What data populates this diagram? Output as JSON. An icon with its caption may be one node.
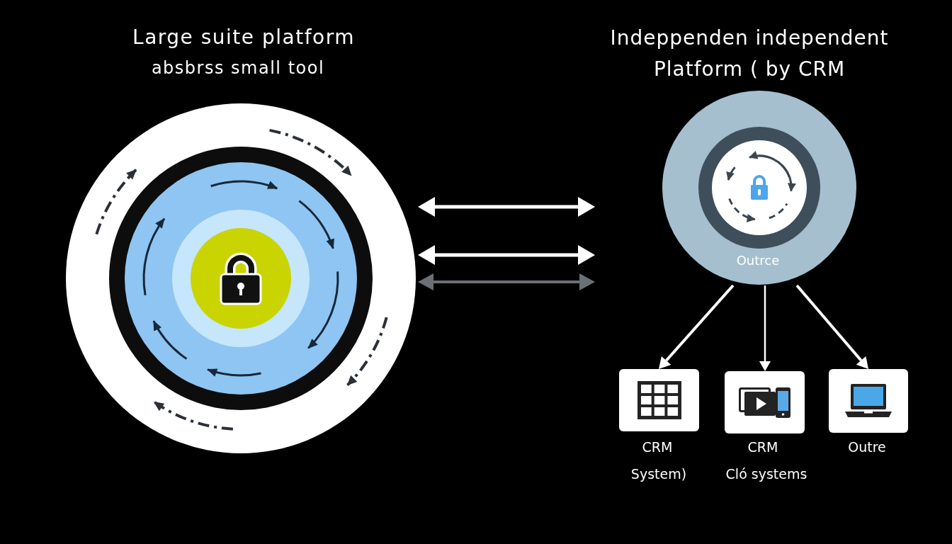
{
  "diagram": {
    "nodes": [
      {
        "text": [
          "Large suite platform",
          "absbrss small tool"
        ]
      },
      {
        "text": [
          "Indeppenden independent Platform ( by CRM",
          "Outrce"
        ]
      },
      {
        "text": [
          "CRM",
          "System)"
        ]
      },
      {
        "text": [
          "CRM",
          "Cló systems"
        ]
      },
      {
        "text": [
          "Outre"
        ]
      }
    ],
    "edges": [
      {
        "from": 0,
        "to": 1,
        "arrow": "both"
      },
      {
        "from": 0,
        "to": 1,
        "arrow": "both"
      },
      {
        "from": 0,
        "to": 1,
        "arrow": "both",
        "color": "#6b7075"
      },
      {
        "from": 1,
        "to": 2,
        "arrow": "to"
      },
      {
        "from": 1,
        "to": 3,
        "arrow": "to"
      },
      {
        "from": 1,
        "to": 4,
        "arrow": "to"
      }
    ]
  }
}
